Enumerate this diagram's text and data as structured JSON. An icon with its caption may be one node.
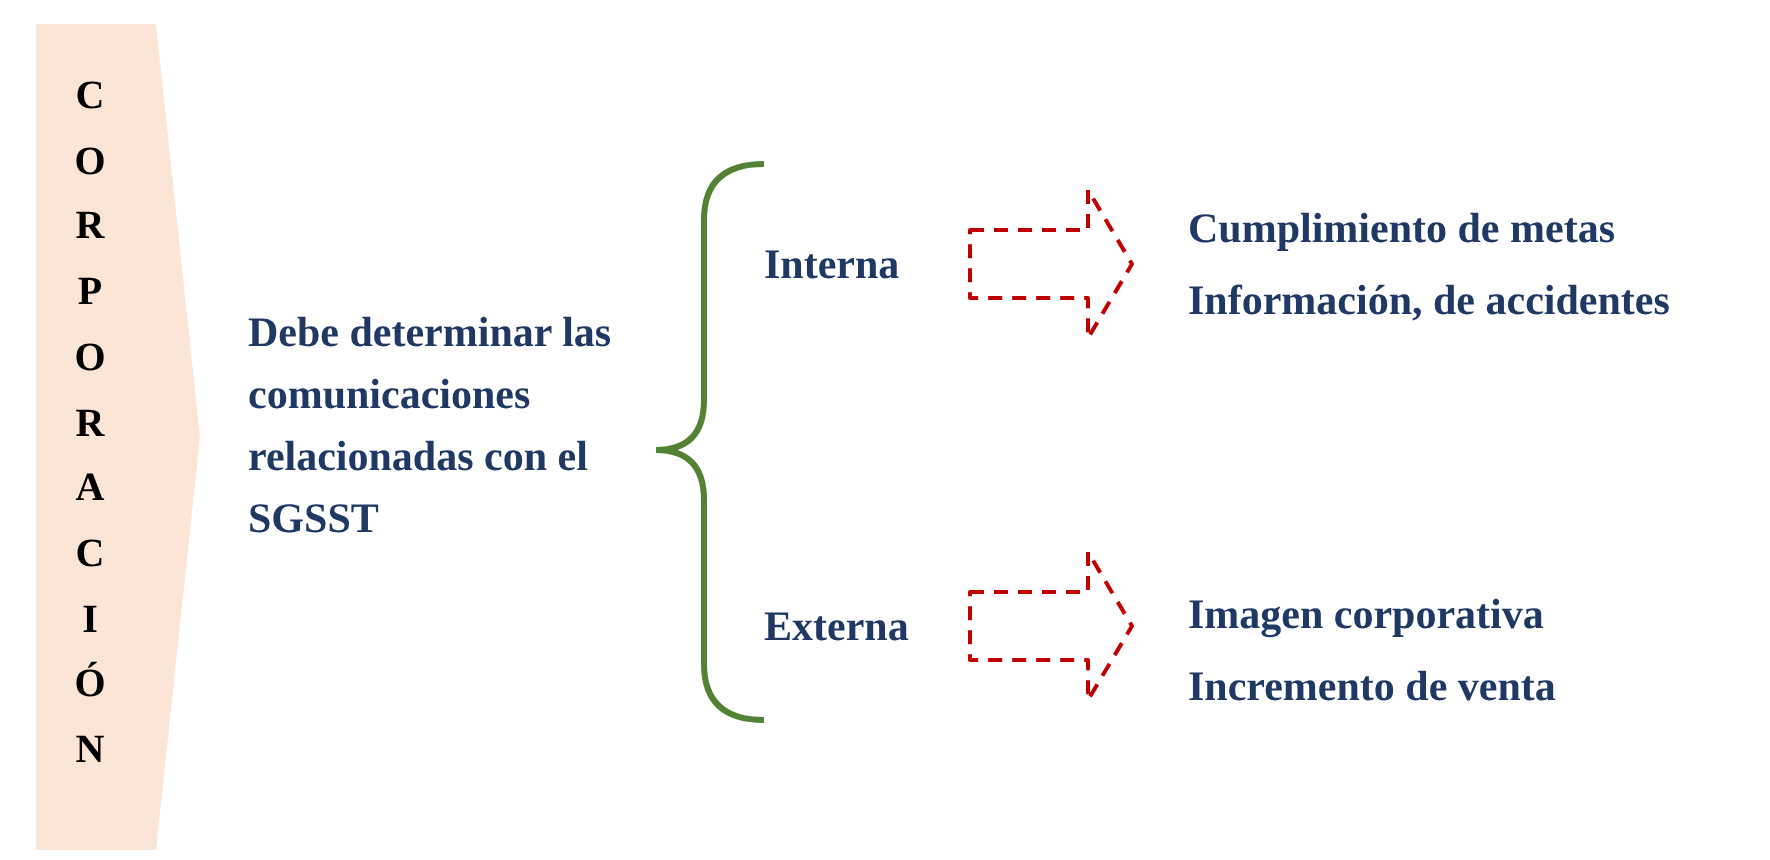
{
  "diagram": {
    "nodes": [
      {
        "text": [
          "CORPORACIÓN"
        ]
      },
      {
        "text": [
          "Debe determinar las comunicaciones relacionadas con el SGSST"
        ]
      },
      {
        "text": [
          "Interna"
        ]
      },
      {
        "text": [
          "Externa"
        ]
      },
      {
        "text": [
          "Cumplimiento de metas",
          "Información, de accidentes"
        ]
      },
      {
        "text": [
          "Imagen corporativa",
          "Incremento de venta"
        ]
      }
    ],
    "edges": [
      {
        "from": 1,
        "to": 2,
        "arrow": "none",
        "color": "#548235"
      },
      {
        "from": 1,
        "to": 3,
        "arrow": "none",
        "color": "#548235"
      },
      {
        "from": 2,
        "to": 4,
        "arrow": "to",
        "style": "dashed",
        "color": "#c00000"
      },
      {
        "from": 3,
        "to": 5,
        "arrow": "to",
        "style": "dashed",
        "color": "#c00000"
      }
    ]
  }
}
